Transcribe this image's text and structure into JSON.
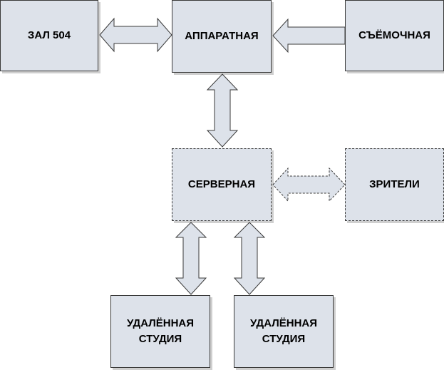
{
  "diagram": {
    "nodes": {
      "hall504": "ЗАЛ 504",
      "control_room": "АППАРАТНАЯ",
      "shooting": "СЪЁМОЧНАЯ",
      "server_room": "СЕРВЕРНАЯ",
      "viewers": "ЗРИТЕЛИ",
      "remote_studio_1": [
        "УДАЛЁННАЯ",
        "СТУДИЯ"
      ],
      "remote_studio_2": [
        "УДАЛЁННАЯ",
        "СТУДИЯ"
      ]
    },
    "connections": [
      {
        "from": "hall504",
        "to": "control_room",
        "direction": "both"
      },
      {
        "from": "shooting",
        "to": "control_room",
        "direction": "one-way"
      },
      {
        "from": "control_room",
        "to": "server_room",
        "direction": "both"
      },
      {
        "from": "server_room",
        "to": "viewers",
        "direction": "both"
      },
      {
        "from": "server_room",
        "to": "remote_studio_1",
        "direction": "both"
      },
      {
        "from": "server_room",
        "to": "remote_studio_2",
        "direction": "both"
      }
    ],
    "colors": {
      "box_fill": "#dde2ea",
      "outline": "#3a3a3a",
      "shadow": "#cfcfcf",
      "text": "#000000"
    }
  }
}
